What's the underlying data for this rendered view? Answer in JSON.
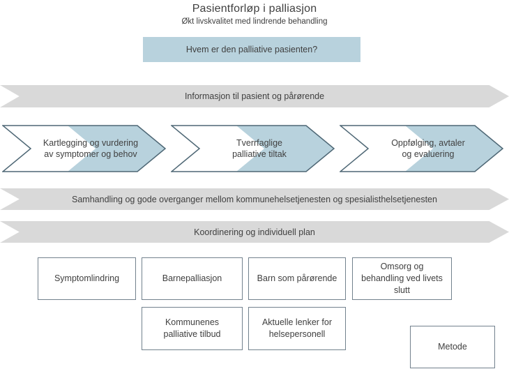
{
  "colors": {
    "accent-blue": "#b8d2dd",
    "banner-gray": "#d9d9d9",
    "outline-slate": "#4e6775",
    "card-border": "#72818d",
    "text": "#3f3f3f"
  },
  "header": {
    "title": "Pasientforløp i palliasjon",
    "subtitle": "Økt livskvalitet med lindrende behandling"
  },
  "intro_box": {
    "label": "Hvem er den palliative pasienten?"
  },
  "banners": [
    {
      "label": "Informasjon til pasient og pårørende"
    },
    {
      "label": "Samhandling og gode overganger mellom kommunehelsetjenesten og spesialisthelsetjenesten"
    },
    {
      "label": "Koordinering og individuell plan"
    }
  ],
  "process_steps": [
    {
      "label": "Kartlegging og vurdering\nav symptomer og behov"
    },
    {
      "label": "Tverrfaglige\npalliative tiltak"
    },
    {
      "label": "Oppfølging, avtaler\nog evaluering"
    }
  ],
  "topic_cards": [
    {
      "label": "Symptomlindring"
    },
    {
      "label": "Barnepalliasjon"
    },
    {
      "label": "Barn som pårørende"
    },
    {
      "label": "Omsorg og\nbehandling ved livets\nslutt"
    },
    {
      "label": "Kommunenes\npalliative tilbud"
    },
    {
      "label": "Aktuelle lenker for\nhelsepersonell"
    }
  ],
  "metode_card": {
    "label": "Metode"
  }
}
